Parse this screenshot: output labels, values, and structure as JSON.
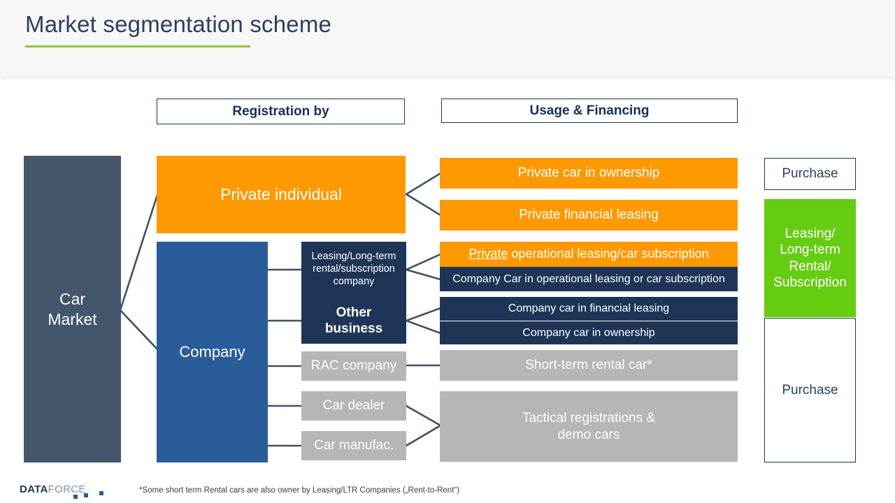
{
  "header": {
    "title": "Market segmentation scheme",
    "rule_color": "#8cc63f",
    "title_color": "#2b3f5c"
  },
  "columns": {
    "registration_header": "Registration by",
    "usage_header": "Usage & Financing"
  },
  "root": {
    "label_line1": "Car",
    "label_line2": "Market",
    "color": "#44566b"
  },
  "registration": [
    {
      "label": "Private individual",
      "color": "#ff9900"
    },
    {
      "label": "Company",
      "color": "#2a5c9a"
    }
  ],
  "sub_segments": [
    {
      "label_line1": "Leasing/Long-term",
      "label_line2": "rental/subscription",
      "label_line3": "company",
      "color": "#1e3557"
    },
    {
      "label_line1": "Other",
      "label_line2": "business",
      "label_line3": "",
      "color": "#1e3557"
    },
    {
      "label_line1": "RAC company",
      "label_line2": "",
      "label_line3": "",
      "color": "#b6b6b6"
    },
    {
      "label_line1": "Car dealer",
      "label_line2": "",
      "label_line3": "",
      "color": "#b6b6b6"
    },
    {
      "label_line1": "Car manufac.",
      "label_line2": "",
      "label_line3": "",
      "color": "#b6b6b6"
    }
  ],
  "usage": [
    {
      "label": "Private car in ownership",
      "color": "#ff9900"
    },
    {
      "label": "Private financial leasing",
      "color": "#ff9900"
    },
    {
      "label_prefix": "Private",
      "label_rest": " operational leasing/car subscription",
      "color": "#ff9900"
    },
    {
      "label": "Company Car in operational leasing or car subscription",
      "color": "#1e3557"
    },
    {
      "label": "Company car in financial leasing",
      "color": "#1e3557"
    },
    {
      "label": "Company car in ownership",
      "color": "#1e3557"
    },
    {
      "label": "Short-term rental car*",
      "color": "#b6b6b6"
    },
    {
      "label_line1": "Tactical registrations &",
      "label_line2": "demo cars",
      "color": "#b6b6b6"
    }
  ],
  "financing": [
    {
      "label": "Purchase",
      "color": "#ffffff",
      "style": "outline"
    },
    {
      "label_line1": "Leasing/",
      "label_line2": "Long-term",
      "label_line3": "Rental/",
      "label_line4": "Subscription",
      "color": "#66cc11",
      "style": "green"
    },
    {
      "label": "Purchase",
      "color": "#ffffff",
      "style": "outline"
    }
  ],
  "footer": {
    "footnote": "*Some short term Rental cars are also owner by Leasing/LTR Companies („Rent-to-Rent“)",
    "logo_bold": "DATA",
    "logo_light": "FORCE"
  }
}
